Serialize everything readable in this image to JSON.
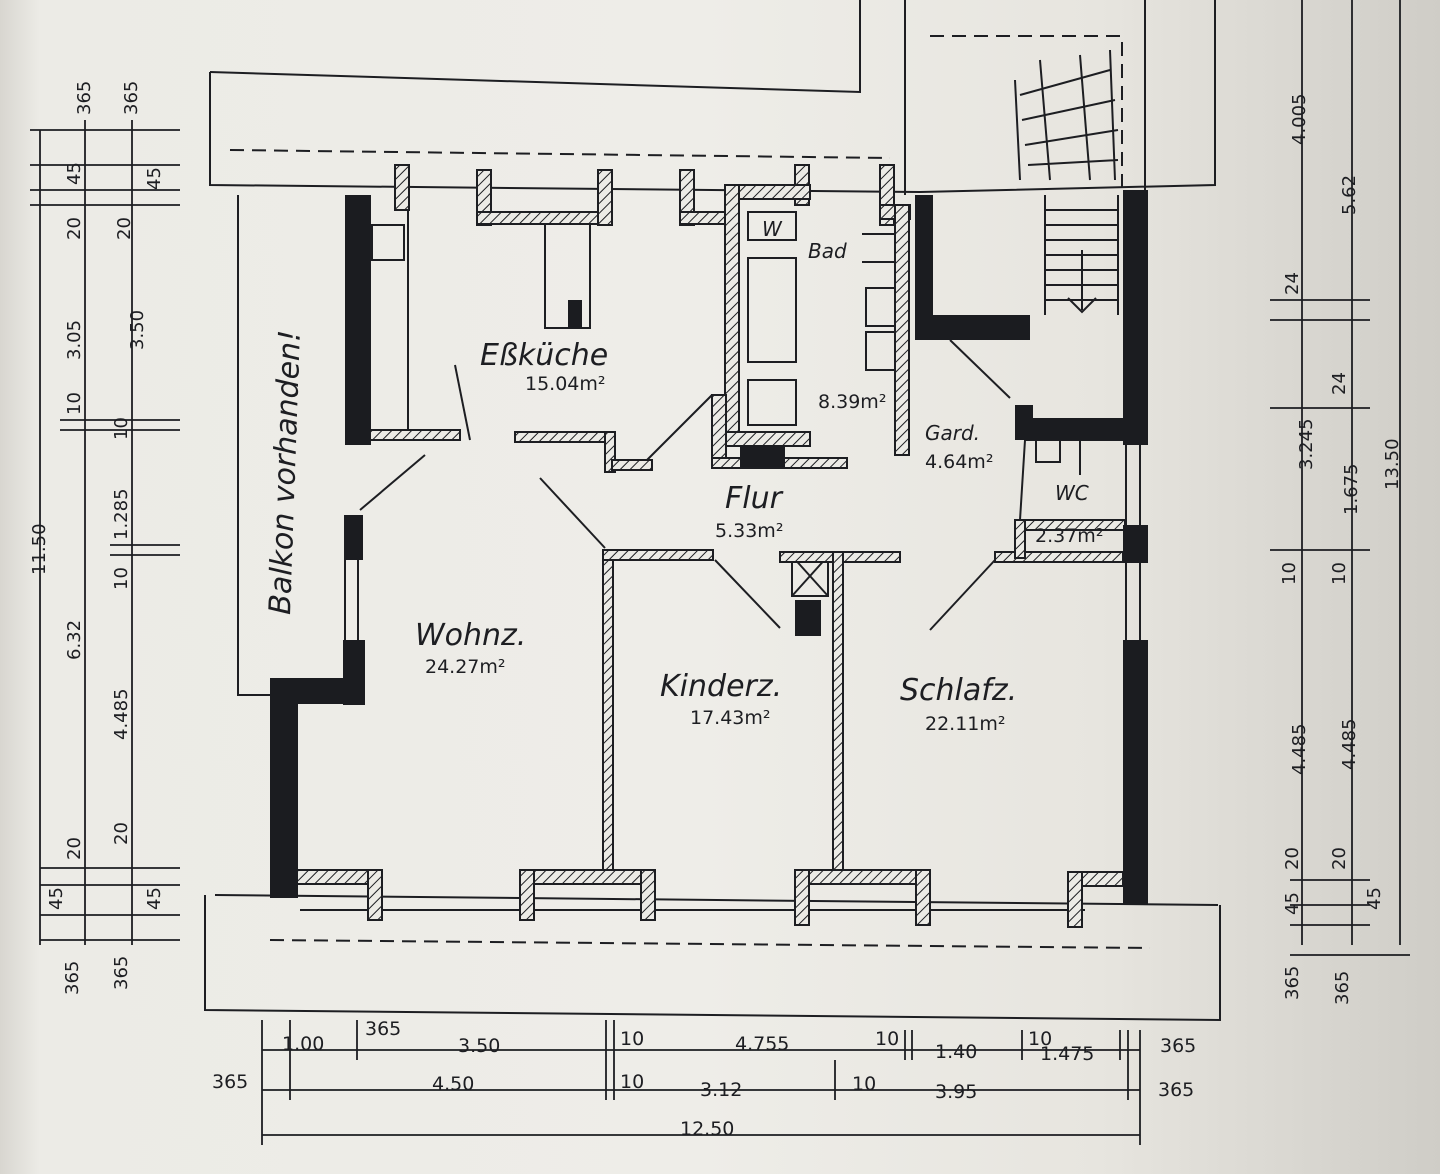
{
  "colors": {
    "paper": "#ecebe6",
    "ink": "#1d1e22",
    "wall": "#1b1c20"
  },
  "rooms": {
    "kitchen": {
      "name": "Eßküche",
      "area": "15.04m²"
    },
    "bath": {
      "name": "Bad",
      "area": "8.39m²"
    },
    "wardrobe": {
      "name": "Gard.",
      "area": "4.64m²"
    },
    "hall": {
      "name": "Flur",
      "area": "5.33m²"
    },
    "wc": {
      "name": "WC",
      "area": "2.37m²"
    },
    "living": {
      "name": "Wohnz.",
      "area": "24.27m²"
    },
    "children": {
      "name": "Kinderz.",
      "area": "17.43m²"
    },
    "bedroom": {
      "name": "Schlafz.",
      "area": "22.11m²"
    }
  },
  "notes": {
    "balcony": "Balkon vorhanden!",
    "bath_fixture": "W"
  },
  "dims": {
    "bottom_row1": [
      "1.00",
      "365",
      "3.50",
      "10",
      "4.755",
      "10",
      "1.40",
      "10",
      "1.475",
      "365"
    ],
    "bottom_row2": [
      "365",
      "4.50",
      "10",
      "3.12",
      "10",
      "3.95",
      "365"
    ],
    "bottom_total": "12.50",
    "left_outer": [
      "365",
      "45",
      "20",
      "3.05",
      "10",
      "1.285",
      "10",
      "4.485",
      "20",
      "45",
      "365"
    ],
    "left_inner": [
      "365",
      "45",
      "20",
      "3.50",
      "10",
      "6.32",
      "20",
      "45",
      "365"
    ],
    "left_total": "11.50",
    "right_inner": [
      "4.005",
      "24",
      "3.245",
      "10",
      "4.485",
      "20",
      "45",
      "365"
    ],
    "right_outer": [
      "5.62",
      "24",
      "1.675",
      "10",
      "4.485",
      "20",
      "45",
      "365"
    ],
    "right_total": "13.50"
  }
}
